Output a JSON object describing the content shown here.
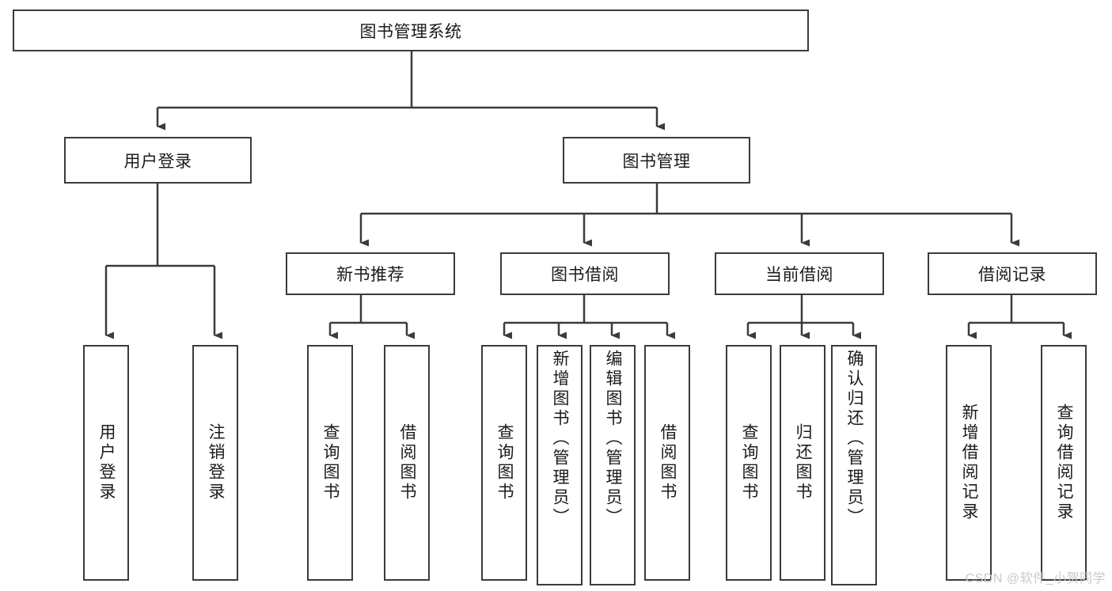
{
  "diagram": {
    "type": "tree-hierarchy",
    "title": "图书管理系统",
    "orientation": "top-down",
    "colors": {
      "box_border": "#3b3b3b",
      "box_fill": "#ffffff",
      "connector": "#3b3b3b",
      "text": "#1b1b1b",
      "watermark": "#c9c9c9"
    },
    "root": {
      "label": "图书管理系统"
    },
    "level2": [
      {
        "id": "user-login",
        "label": "用户登录"
      },
      {
        "id": "book-manage",
        "label": "图书管理"
      }
    ],
    "level3": [
      {
        "id": "new-book-recommend",
        "label": "新书推荐",
        "parent": "book-manage"
      },
      {
        "id": "book-borrow",
        "label": "图书借阅",
        "parent": "book-manage"
      },
      {
        "id": "current-borrow",
        "label": "当前借阅",
        "parent": "book-manage"
      },
      {
        "id": "borrow-record",
        "label": "借阅记录",
        "parent": "book-manage"
      }
    ],
    "leaves": {
      "user_login": [
        {
          "id": "leaf-user-login",
          "label": "用户登录"
        },
        {
          "id": "leaf-logout-login",
          "label": "注销登录"
        }
      ],
      "new_book_recommend": [
        {
          "id": "leaf-query-book-1",
          "label": "查询图书"
        },
        {
          "id": "leaf-borrow-book-1",
          "label": "借阅图书"
        }
      ],
      "book_borrow": [
        {
          "id": "leaf-query-book-2",
          "label": "查询图书"
        },
        {
          "id": "leaf-add-book",
          "label": "新增图书（管理员）"
        },
        {
          "id": "leaf-edit-book",
          "label": "编辑图书（管理员）"
        },
        {
          "id": "leaf-borrow-book-2",
          "label": "借阅图书"
        }
      ],
      "current_borrow": [
        {
          "id": "leaf-query-book-3",
          "label": "查询图书"
        },
        {
          "id": "leaf-return-book",
          "label": "归还图书"
        },
        {
          "id": "leaf-confirm-return",
          "label": "确认归还（管理员）"
        }
      ],
      "borrow_record": [
        {
          "id": "leaf-add-record",
          "label": "新增借阅记录"
        },
        {
          "id": "leaf-query-record",
          "label": "查询借阅记录"
        }
      ]
    }
  },
  "watermark": {
    "text": "CSDN @软件_小贺同学"
  }
}
